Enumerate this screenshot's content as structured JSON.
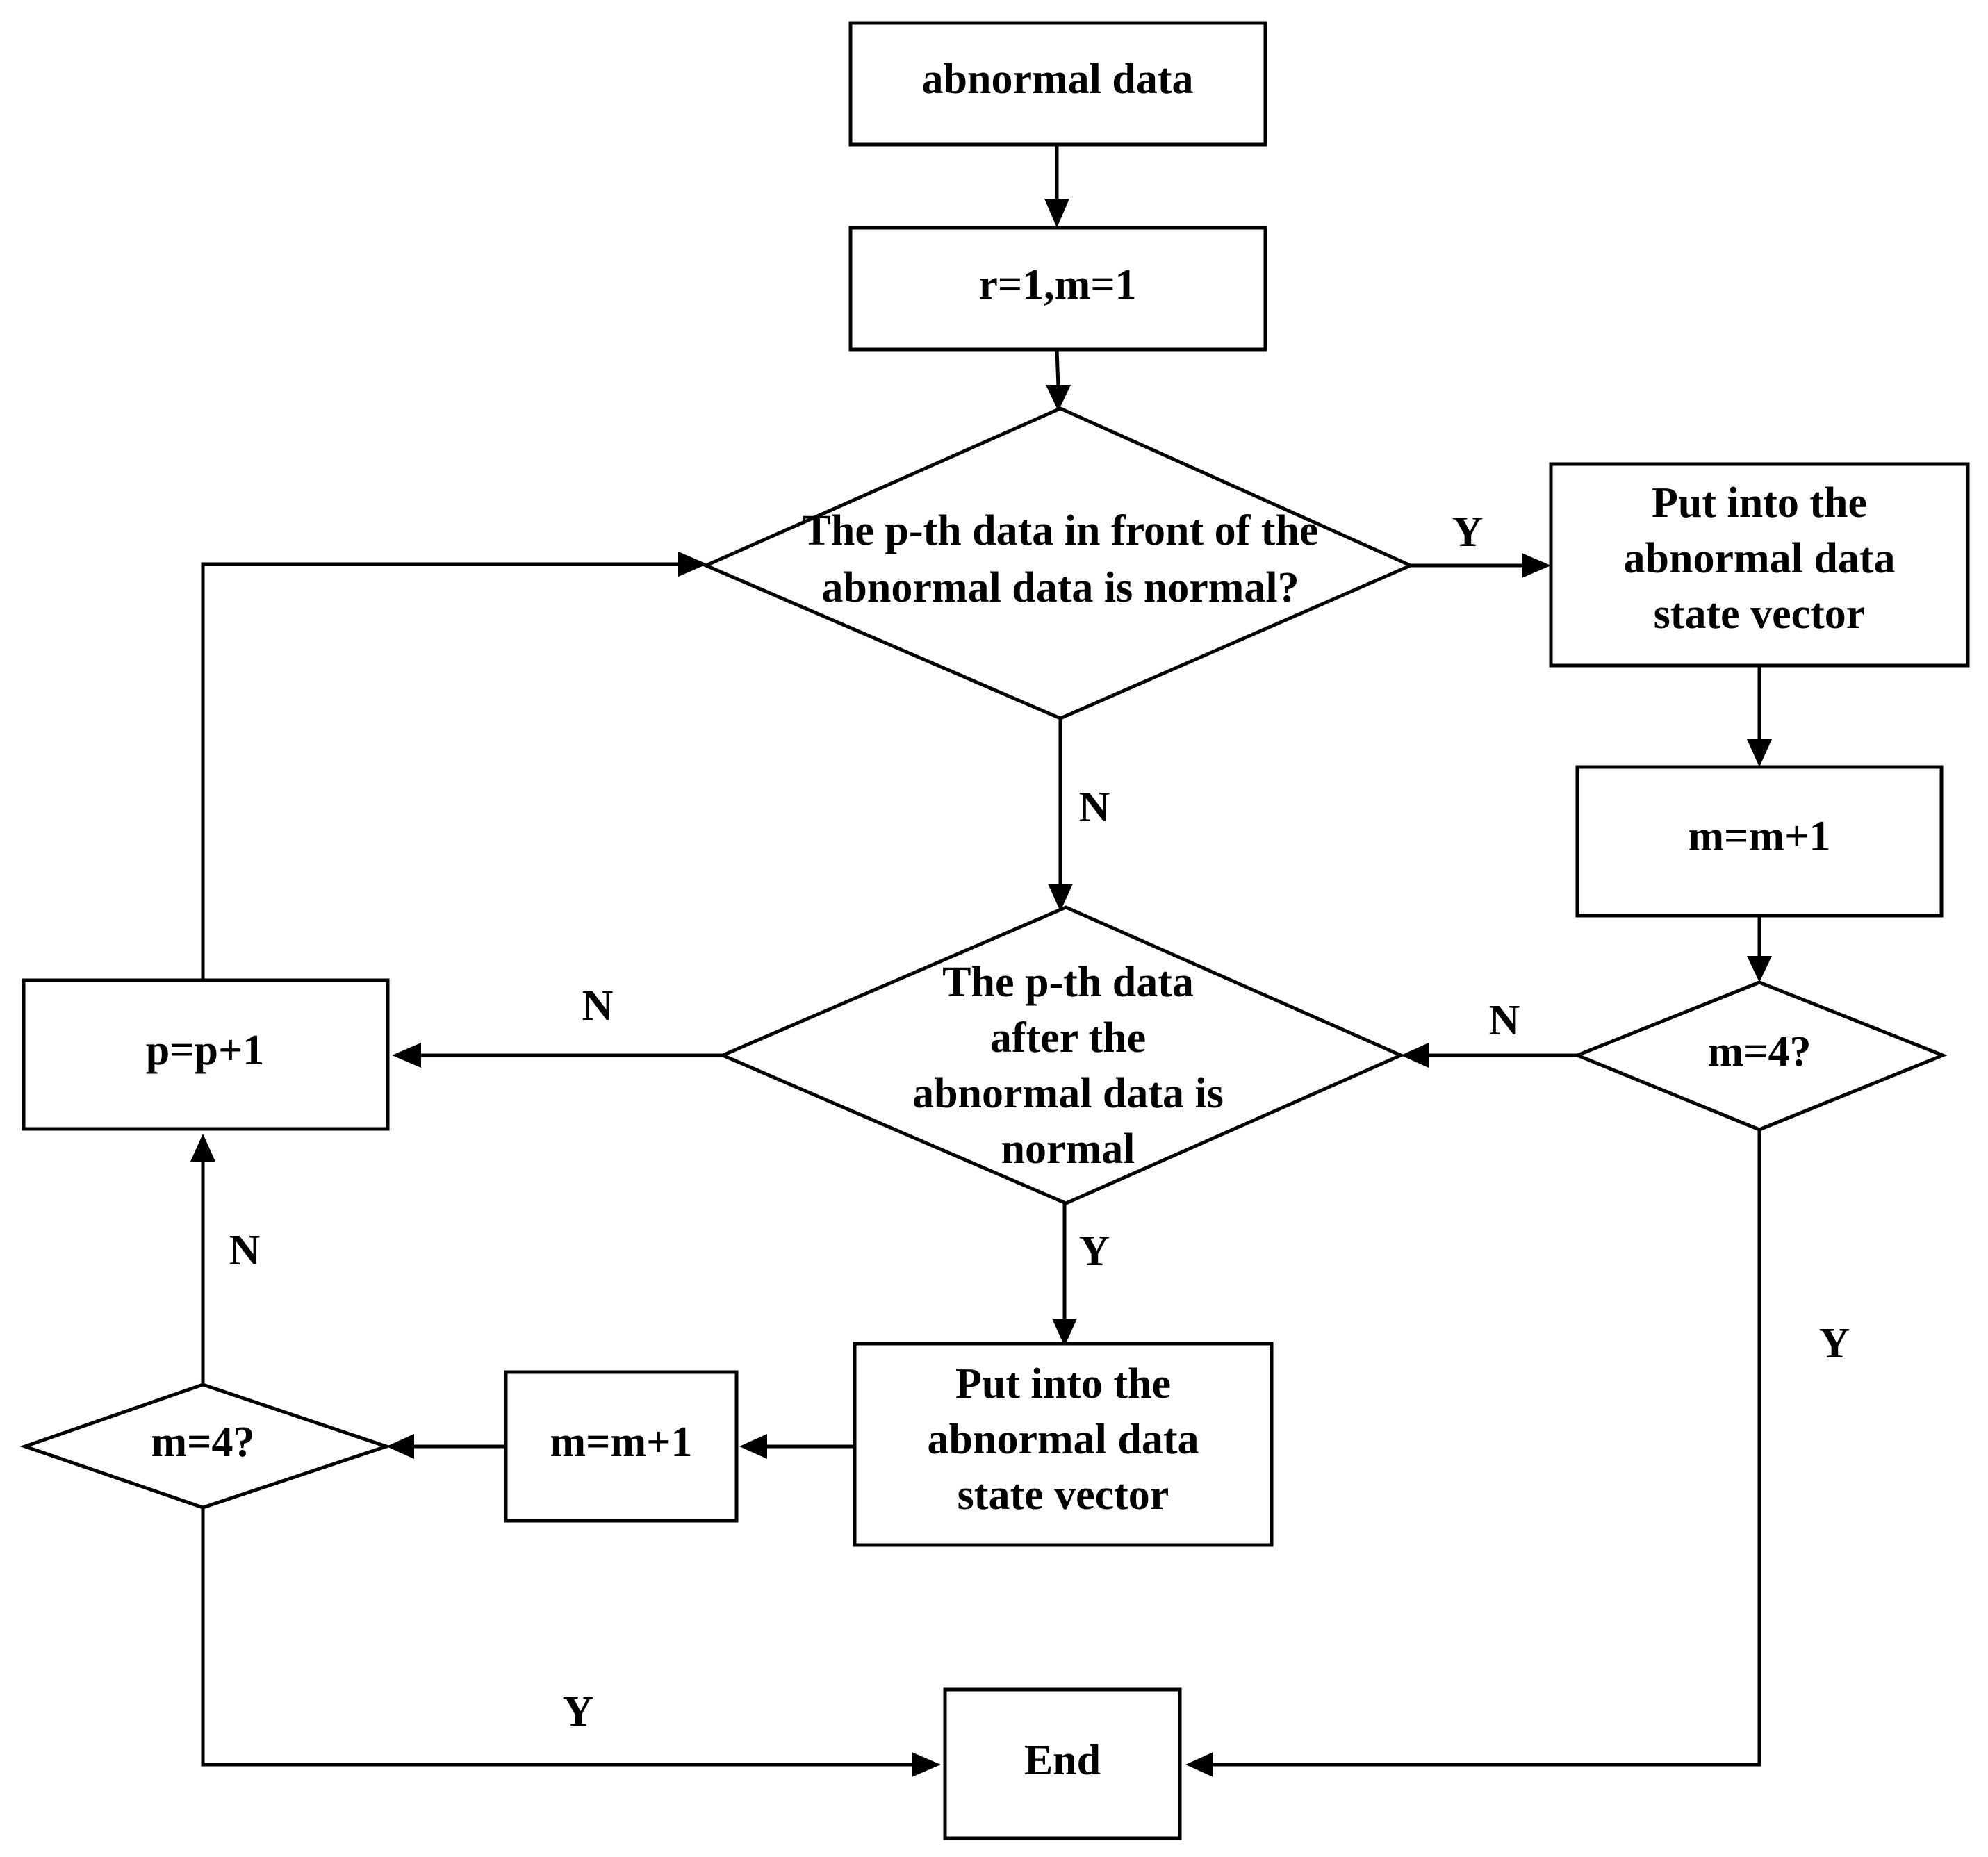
{
  "nodes": {
    "start": "abnormal data",
    "init": "r=1,m=1",
    "decision_front": [
      "The p-th data in front of the",
      "abnormal data is normal?"
    ],
    "put_right": [
      "Put into the",
      "abnormal data",
      "state vector"
    ],
    "inc_right": "m=m+1",
    "check_right": "m=4?",
    "decision_after": [
      "The p-th data",
      "after the",
      "abnormal data is",
      "normal"
    ],
    "p_inc": "p=p+1",
    "put_bottom": [
      "Put into the",
      "abnormal data",
      "state vector"
    ],
    "inc_bottom": "m=m+1",
    "check_left": "m=4?",
    "end": "End"
  },
  "edge_labels": {
    "front_yes": "Y",
    "front_no": "N",
    "after_no": "N",
    "check_right_no": "N",
    "after_yes": "Y",
    "check_left_no": "N",
    "check_right_yes": "Y",
    "check_left_yes": "Y"
  }
}
